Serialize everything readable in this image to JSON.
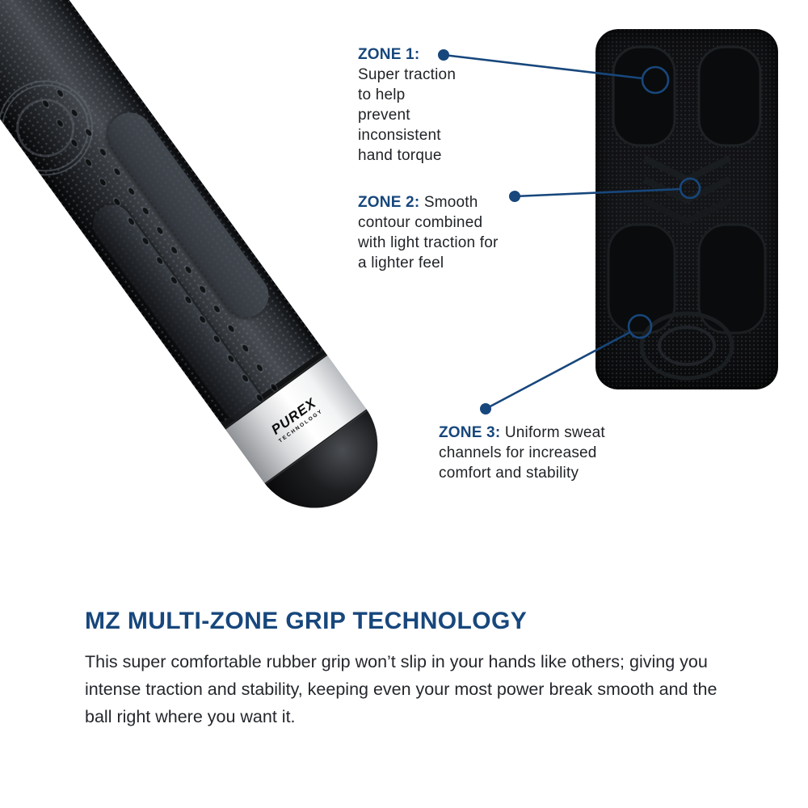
{
  "colors": {
    "accent_navy": "#17477C",
    "heading_navy": "#17477C",
    "body_text": "#24272C",
    "panel_black": "#0E0F11",
    "grip_dark": "#2E3237"
  },
  "brand": {
    "logo": "PUREX",
    "sub": "TECHNOLOGY"
  },
  "zones": [
    {
      "label": "ZONE 1:",
      "text": "Super traction to help prevent inconsistent hand torque"
    },
    {
      "label": "ZONE 2:",
      "text": "Smooth contour combined with light traction for a lighter feel"
    },
    {
      "label": "ZONE 3:",
      "text": "Uniform sweat channels for increased comfort and stability"
    }
  ],
  "footer": {
    "heading": "MZ MULTI-ZONE GRIP TECHNOLOGY",
    "body": "This super comfortable rubber grip won’t slip in your hands like others; giving you intense traction and stability, keeping even your most power break smooth and the ball right where you want it."
  }
}
